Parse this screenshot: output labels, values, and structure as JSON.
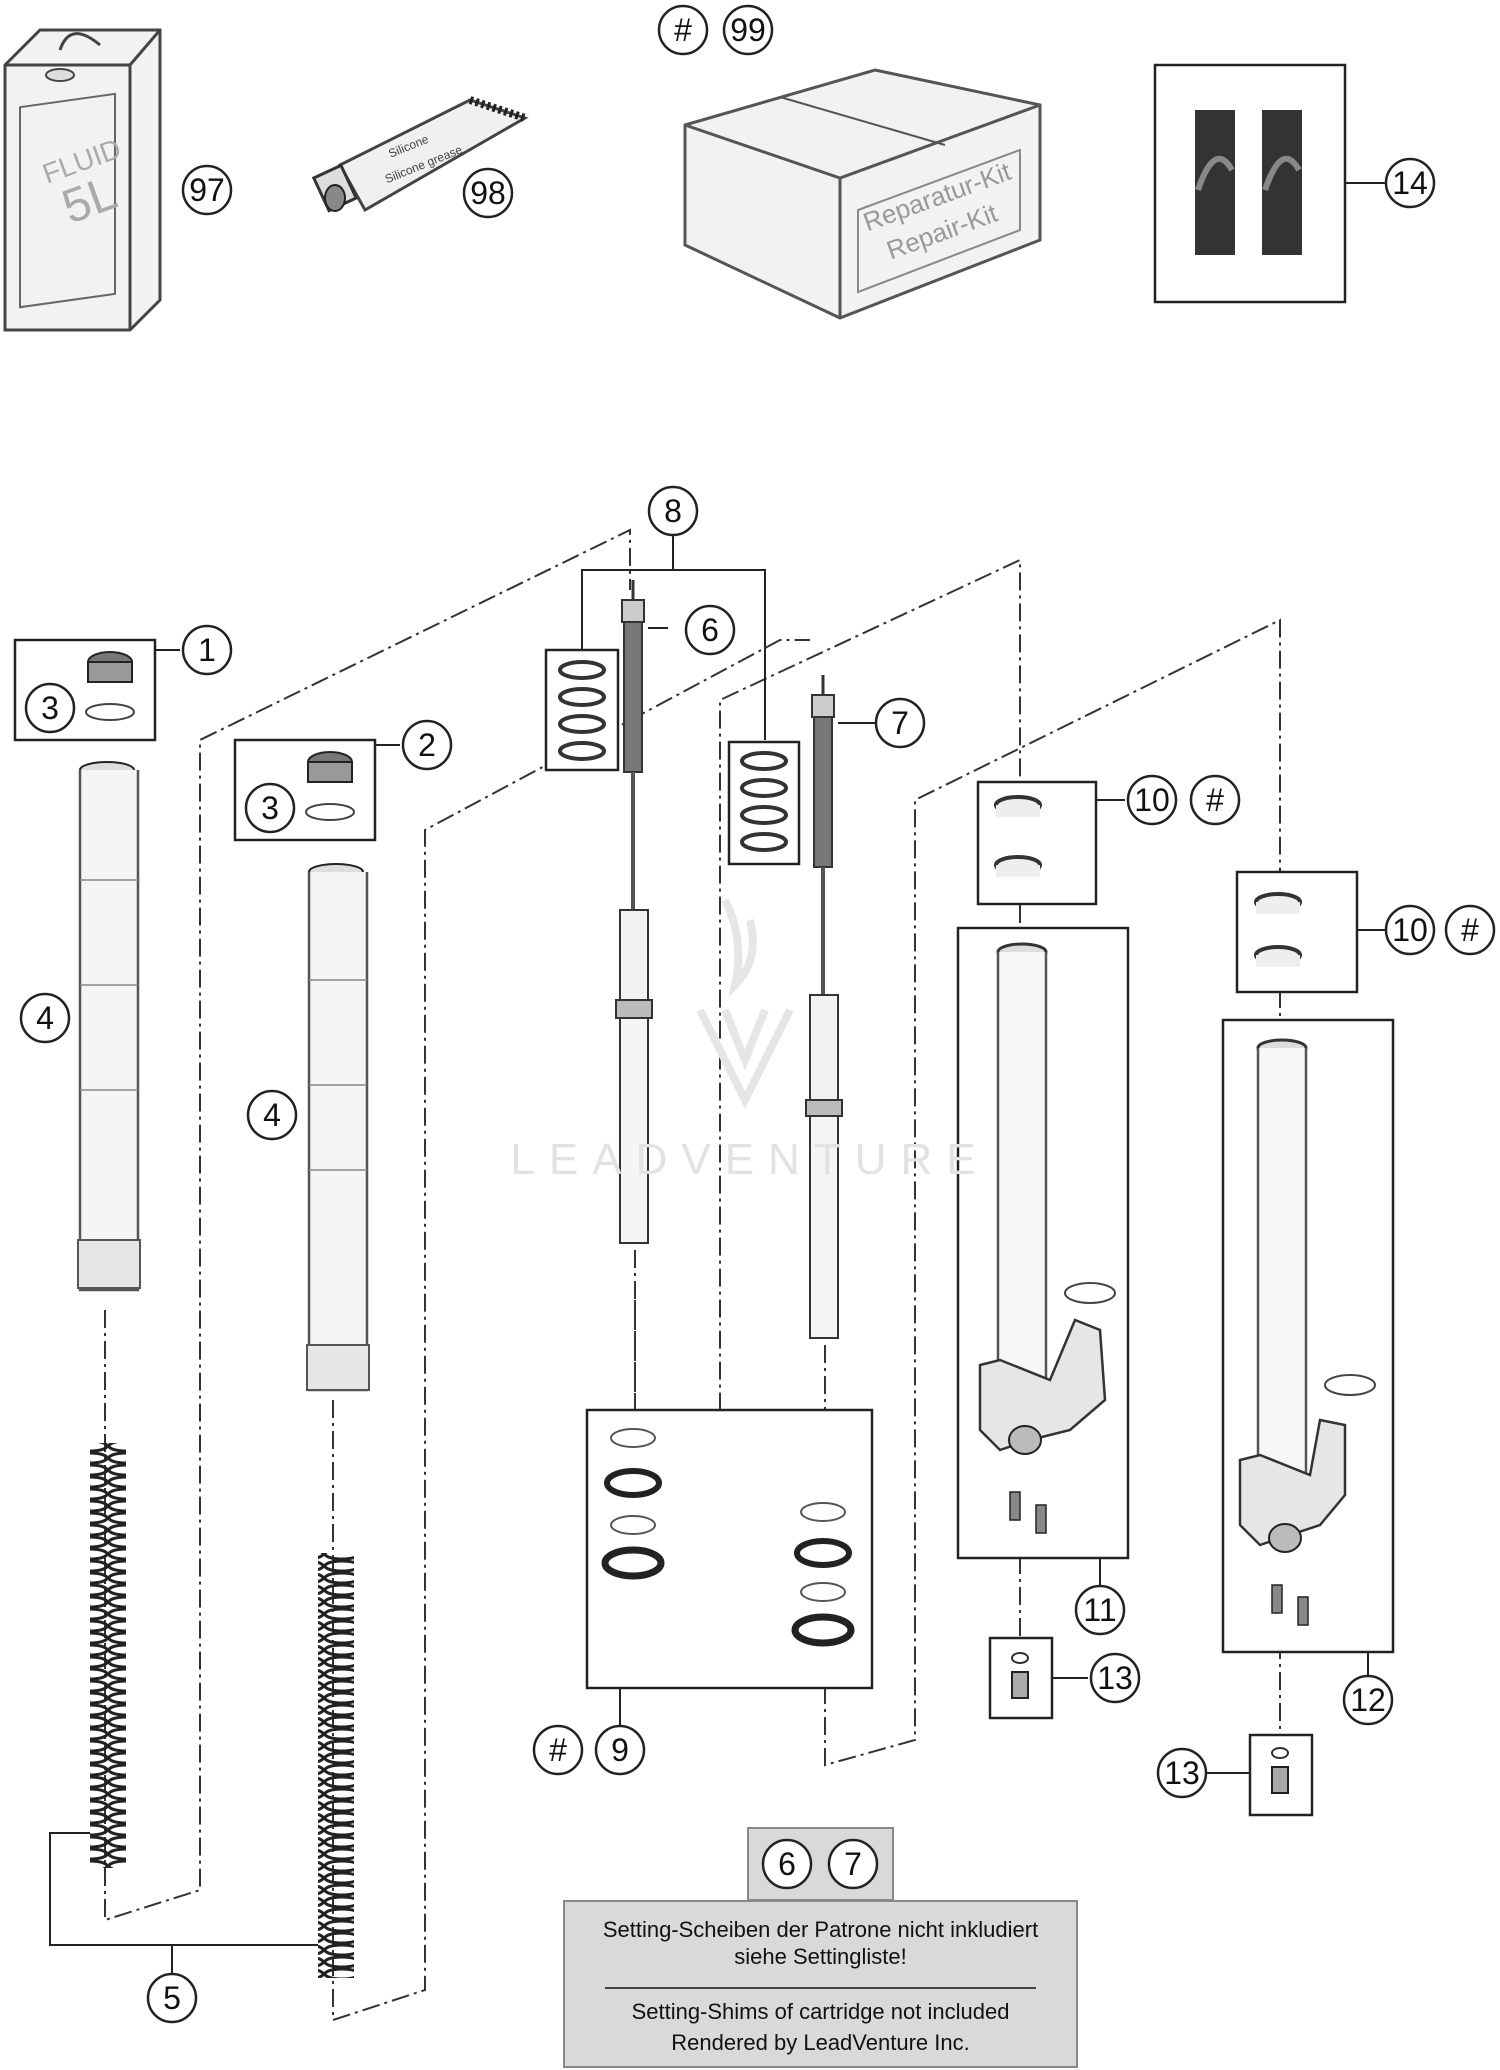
{
  "products": {
    "fluid_can": {
      "label_line1": "FLUID",
      "label_line2": "5L",
      "callout": "97"
    },
    "grease_tube": {
      "label_line1": "Silicone",
      "label_line2": "Silicone grease",
      "callout": "98"
    },
    "repair_kit": {
      "label_line1": "Reparatur-Kit",
      "label_line2": "Repair-Kit",
      "callouts": [
        "#",
        "99"
      ]
    },
    "decal_sheet": {
      "callout": "14"
    }
  },
  "callouts": {
    "c1": "1",
    "c2": "2",
    "c3a": "3",
    "c3b": "3",
    "c4a": "4",
    "c4b": "4",
    "c5": "5",
    "c6": "6",
    "c7": "7",
    "c8": "8",
    "c9": "9",
    "c9hash": "#",
    "c10a": "10",
    "c10ahash": "#",
    "c10b": "10",
    "c10bhash": "#",
    "c11": "11",
    "c12": "12",
    "c13a": "13",
    "c13b": "13",
    "note6": "6",
    "note7": "7"
  },
  "note": {
    "de_line1": "Setting-Scheiben der Patrone nicht inkludiert",
    "de_line2": "siehe Settingliste!",
    "en_line1": "Setting-Shims of cartridge not included",
    "rendered": "Rendered by LeadVenture Inc."
  },
  "watermark": "LEADVENTURE"
}
